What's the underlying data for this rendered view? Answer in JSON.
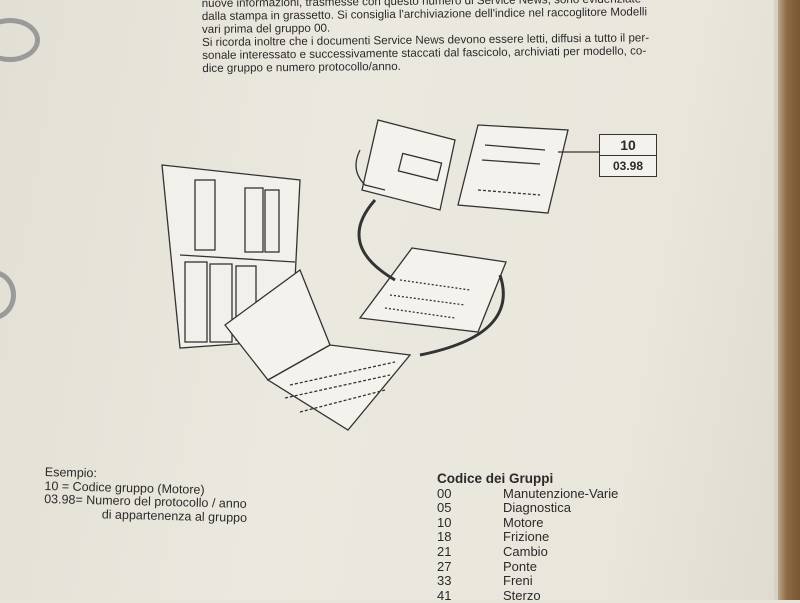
{
  "intro_lines": [
    "nuove informazioni, trasmesse con questo numero di Service News, sono evidenziate",
    "dalla stampa in grassetto. Si consiglia l'archiviazione dell'indice nel raccoglitore Modelli",
    "vari prima del gruppo 00.",
    "Si ricorda inoltre che i documenti Service News devono essere letti, diffusi a tutto il per-",
    "sonale interessato e successivamente staccati dal fascicolo, archiviati per modello, co-",
    "dice gruppo e numero protocollo/anno."
  ],
  "label_box": {
    "group": "10",
    "protocol": "03.98"
  },
  "example": {
    "heading": "Esempio:",
    "line1": "10 = Codice gruppo (Motore)",
    "line2": "03.98= Numero del protocollo / anno",
    "line3": "di appartenenza al gruppo"
  },
  "codes": {
    "title": "Codice dei Gruppi",
    "items": [
      {
        "code": "00",
        "name": "Manutenzione-Varie"
      },
      {
        "code": "05",
        "name": "Diagnostica"
      },
      {
        "code": "10",
        "name": "Motore"
      },
      {
        "code": "18",
        "name": "Frizione"
      },
      {
        "code": "21",
        "name": "Cambio"
      },
      {
        "code": "27",
        "name": "Ponte"
      },
      {
        "code": "33",
        "name": "Freni"
      },
      {
        "code": "41",
        "name": "Sterzo"
      }
    ]
  }
}
